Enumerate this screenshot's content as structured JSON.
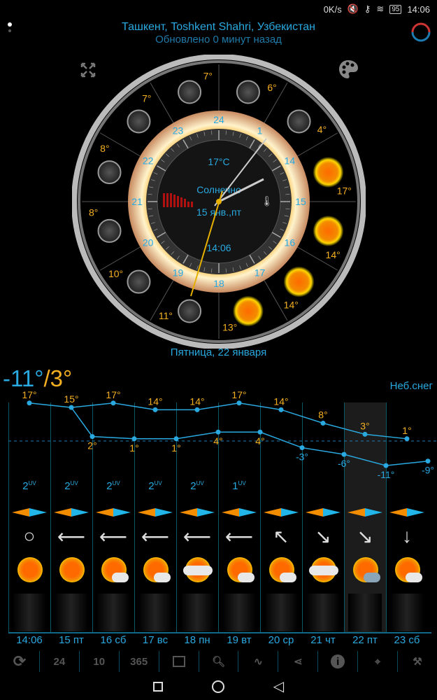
{
  "status": {
    "speed": "0K/s",
    "battery": "95",
    "time": "14:06"
  },
  "header": {
    "location": "Ташкент, Toshkent Shahri, Узбекистан",
    "updated": "Обновлено 0 минут назад"
  },
  "clock": {
    "temp": "17°C",
    "condition": "Солнечно",
    "date": "15 янв.,пт",
    "time": "14:06",
    "hours": [
      "24",
      "1",
      "14",
      "15",
      "16",
      "17",
      "18",
      "19",
      "20",
      "21",
      "22",
      "23"
    ],
    "sector_temps": [
      "6°",
      "4°",
      "17°",
      "14°",
      "14°",
      "13°",
      "11°",
      "10°",
      "8°",
      "8°",
      "7°",
      "7°"
    ],
    "sector_icons": [
      "moon",
      "moon",
      "sun",
      "sun",
      "sun",
      "sun",
      "moon",
      "moon",
      "moon",
      "moon",
      "moon",
      "moon"
    ]
  },
  "selected_day": "Пятница, 22 января",
  "summary": {
    "low": "-11°",
    "sep": "/",
    "high": "3°",
    "condition": "Неб.снег"
  },
  "colors": {
    "accent": "#29a9e0",
    "high": "#f5b021"
  },
  "chart_data": {
    "type": "line",
    "series": [
      {
        "name": "high",
        "values": [
          17,
          15,
          17,
          14,
          14,
          17,
          14,
          8,
          3,
          1
        ]
      },
      {
        "name": "low",
        "values": [
          2,
          1,
          1,
          4,
          4,
          -3,
          -6,
          -11,
          -9
        ]
      }
    ],
    "ylim": [
      -12,
      18
    ]
  },
  "uv": [
    "2",
    "2",
    "2",
    "2",
    "2",
    "1"
  ],
  "uv_unit": "UV",
  "wind": [
    "calm",
    "W",
    "W",
    "W",
    "W",
    "W",
    "NW",
    "SE",
    "SE",
    "S"
  ],
  "weather_icons": [
    "sun",
    "sun",
    "sun-cloud",
    "sun-cloud",
    "cloudy",
    "sun-cloud",
    "sun-cloud",
    "cloudy",
    "sun-snow",
    "sun-cloud"
  ],
  "days": [
    "14:06",
    "15 пт",
    "16 сб",
    "17 вс",
    "18 пн",
    "19 вт",
    "20 ср",
    "21 чт",
    "22 пт",
    "23 сб"
  ],
  "toolbar": [
    "24",
    "10",
    "365"
  ]
}
